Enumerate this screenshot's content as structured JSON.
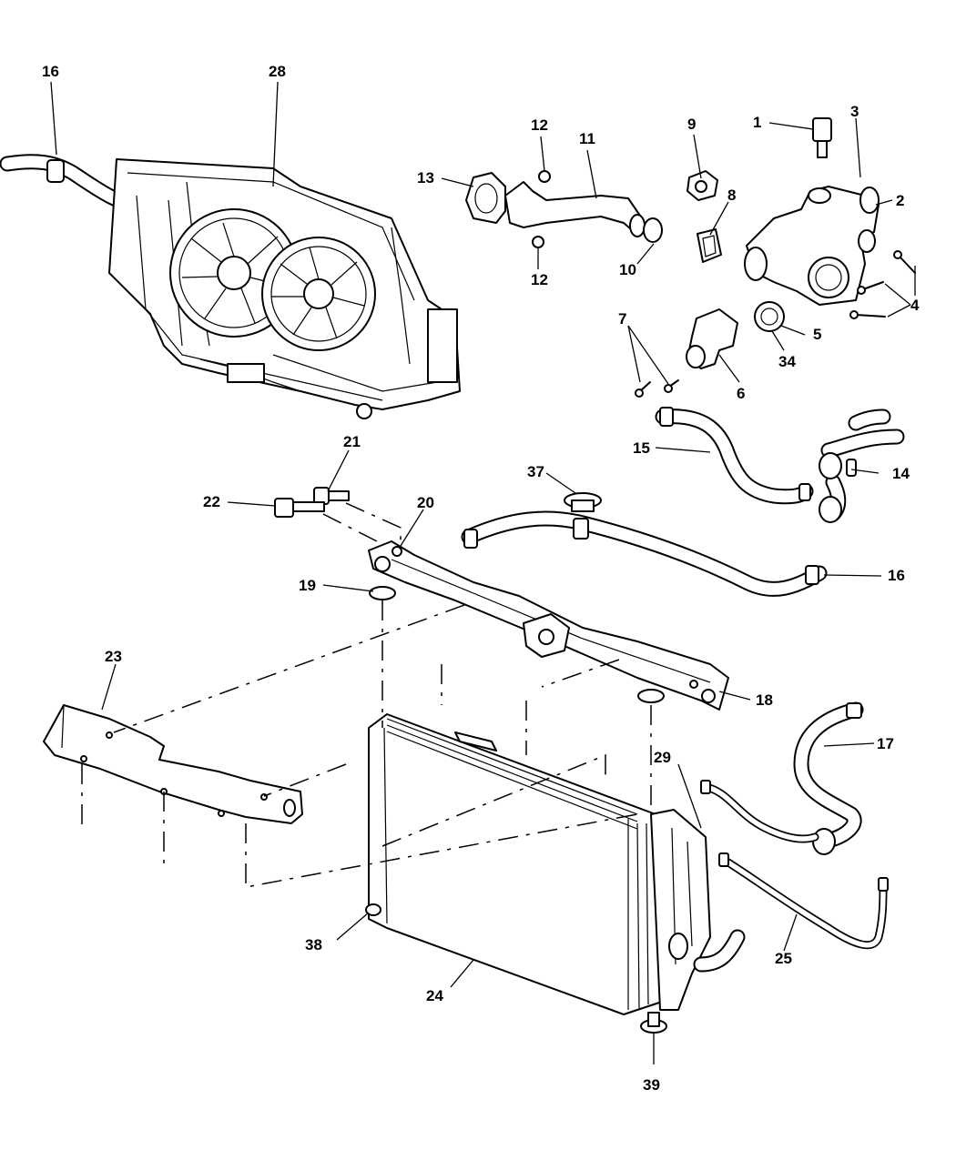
{
  "callouts": {
    "c1": "1",
    "c2": "2",
    "c3": "3",
    "c4": "4",
    "c5": "5",
    "c6": "6",
    "c7": "7",
    "c8": "8",
    "c9": "9",
    "c10": "10",
    "c11": "11",
    "c12a": "12",
    "c12b": "12",
    "c13": "13",
    "c14": "14",
    "c15": "15",
    "c16a": "16",
    "c16b": "16",
    "c17": "17",
    "c18": "18",
    "c19": "19",
    "c20": "20",
    "c21": "21",
    "c22": "22",
    "c23": "23",
    "c24": "24",
    "c25": "25",
    "c28": "28",
    "c29": "29",
    "c34": "34",
    "c37": "37",
    "c38": "38",
    "c39": "39"
  }
}
